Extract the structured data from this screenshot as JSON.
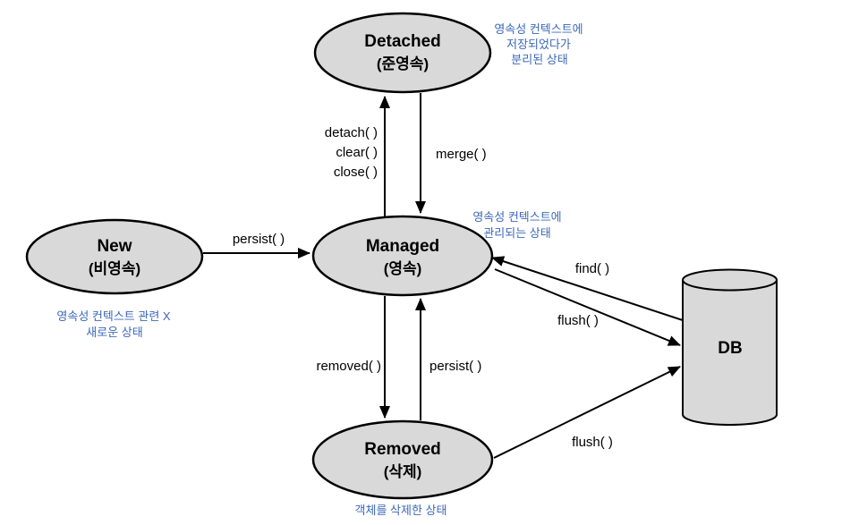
{
  "colors": {
    "node_fill": "#d9d9d9",
    "node_stroke": "#000000",
    "annotation_blue": "#3c68b8",
    "background": "#ffffff"
  },
  "nodes": {
    "detached": {
      "title": "Detached",
      "subtitle": "(준영속)"
    },
    "new": {
      "title": "New",
      "subtitle": "(비영속)"
    },
    "managed": {
      "title": "Managed",
      "subtitle": "(영속)"
    },
    "removed": {
      "title": "Removed",
      "subtitle": "(삭제)"
    },
    "db": {
      "label": "DB"
    }
  },
  "edges": {
    "detach_lines": [
      "detach( )",
      "clear( )",
      "close( )"
    ],
    "merge": "merge( )",
    "persist_new_to_managed": "persist( )",
    "find": "find( )",
    "flush_managed_to_db": "flush( )",
    "removed_call": "removed( )",
    "persist_removed_to_managed": "persist( )",
    "flush_removed_to_db": "flush( )"
  },
  "annotations": {
    "detached": {
      "lines": [
        "영속성 컨텍스트에",
        "저장되었다가",
        "분리된 상태"
      ]
    },
    "managed": {
      "lines": [
        "영속성 컨텍스트에",
        "관리되는 상태"
      ]
    },
    "new": {
      "lines": [
        "영속성 컨텍스트 관련 X",
        "새로운 상태"
      ]
    },
    "removed": {
      "lines": [
        "객체를 삭제한 상태"
      ]
    }
  }
}
